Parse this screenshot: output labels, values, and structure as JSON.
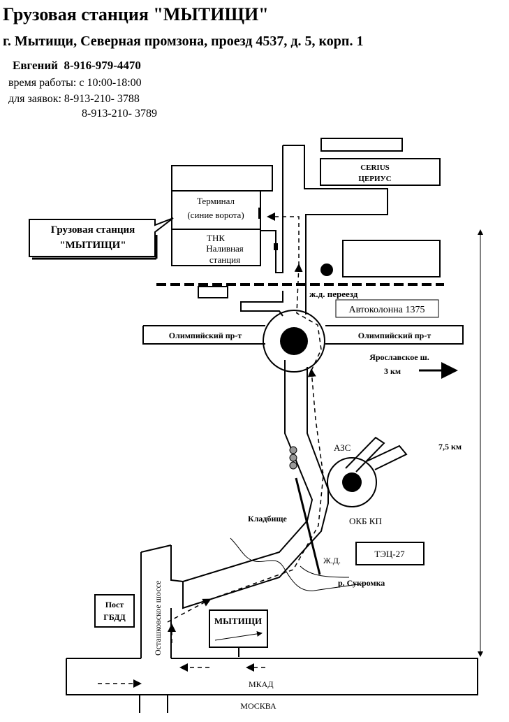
{
  "header": {
    "title": "Грузовая станция \"МЫТИЩИ\"",
    "address": "г. Мытищи, Северная промзона, проезд 4537, д. 5, корп. 1",
    "contact_name": "Евгений",
    "contact_phone": "8-916-979-4470",
    "hours": "время работы: с 10:00-18:00",
    "orders_label": "для заявок: 8-913-210- 3788",
    "orders_phone2": "8-913-210- 3789"
  },
  "map": {
    "callout": [
      "Грузовая станция",
      "\"МЫТИЩИ\""
    ],
    "terminal": [
      "Терминал",
      "(синие ворота)"
    ],
    "tnk": [
      "ТНК",
      "Наливная",
      "станция"
    ],
    "cerius": [
      "CERIUS",
      "ЦЕРИУС"
    ],
    "rail_crossing": "ж.д. переезд",
    "autocolumn": "Автоколонна 1375",
    "olymp_left": "Олимпийский пр-т",
    "olymp_right": "Олимпийский пр-т",
    "yaroslavl": [
      "Ярославское ш.",
      "3 км"
    ],
    "distance": "7,5 км",
    "azs": "АЗС",
    "cemetery": "Кладбище",
    "okb": "ОКБ КП",
    "rail": "Ж.Д.",
    "tec": "ТЭЦ-27",
    "river": "р. Сукромка",
    "post": [
      "Пост",
      "ГБДД"
    ],
    "ostashkov": "Осташковское шоссе",
    "mytishchi_sign": "МЫТИЩИ",
    "mkad": "МКАД",
    "moscow": "МОСКВА"
  }
}
